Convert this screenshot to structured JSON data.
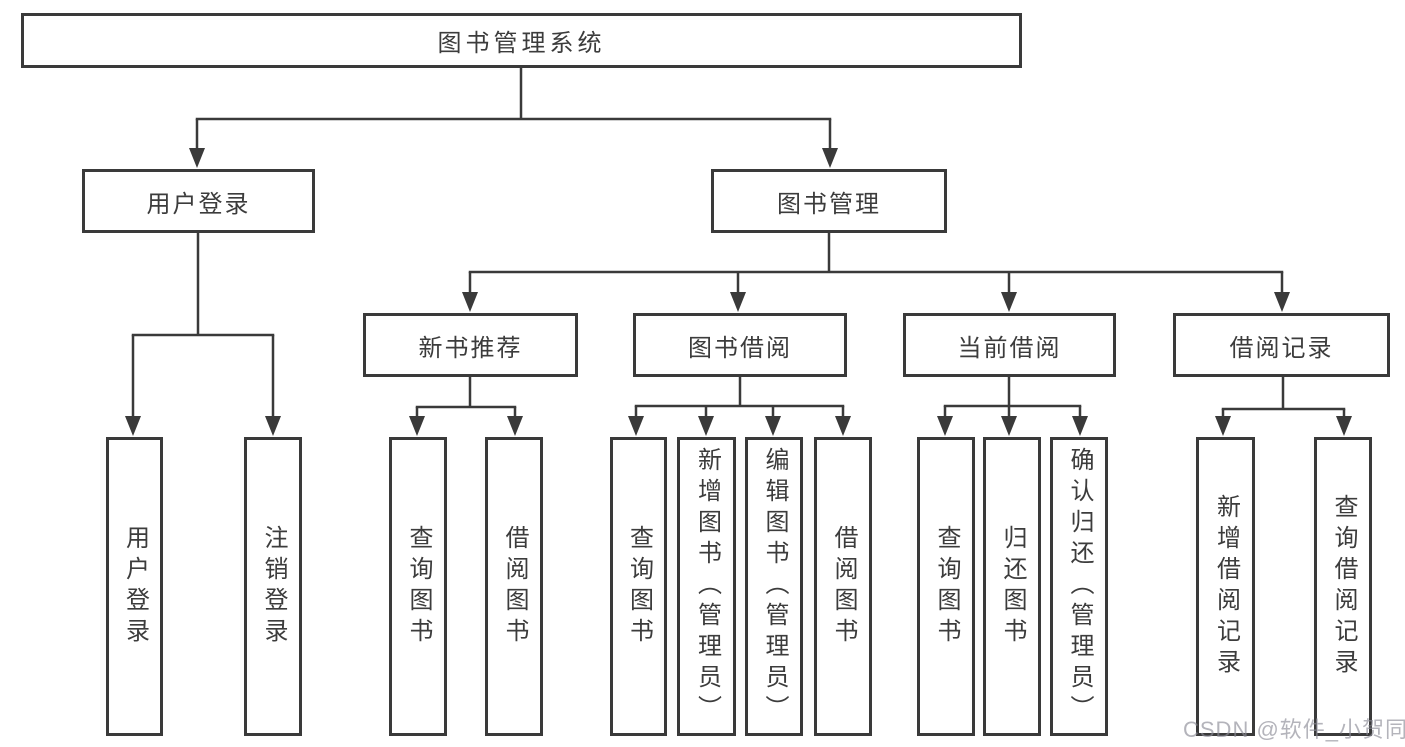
{
  "tree": {
    "label": "图书管理系统",
    "children": [
      {
        "label": "用户登录",
        "children": [
          {
            "label": "用户登录"
          },
          {
            "label": "注销登录"
          }
        ]
      },
      {
        "label": "图书管理",
        "children": [
          {
            "label": "新书推荐",
            "children": [
              {
                "label": "查询图书"
              },
              {
                "label": "借阅图书"
              }
            ]
          },
          {
            "label": "图书借阅",
            "children": [
              {
                "label": "查询图书"
              },
              {
                "label": "新增图书（管理员）"
              },
              {
                "label": "编辑图书（管理员）"
              },
              {
                "label": "借阅图书"
              }
            ]
          },
          {
            "label": "当前借阅",
            "children": [
              {
                "label": "查询图书"
              },
              {
                "label": "归还图书"
              },
              {
                "label": "确认归还（管理员）"
              }
            ]
          },
          {
            "label": "借阅记录",
            "children": [
              {
                "label": "新增借阅记录"
              },
              {
                "label": "查询借阅记录"
              }
            ]
          }
        ]
      }
    ]
  },
  "watermark": {
    "text": "CSDN @软件_小贺同学"
  },
  "colors": {
    "line": "#3a3a3a",
    "box_border": "#3a3a3a",
    "text": "#3c3c3c",
    "watermark": "#8c8c96",
    "background": "#ffffff"
  }
}
